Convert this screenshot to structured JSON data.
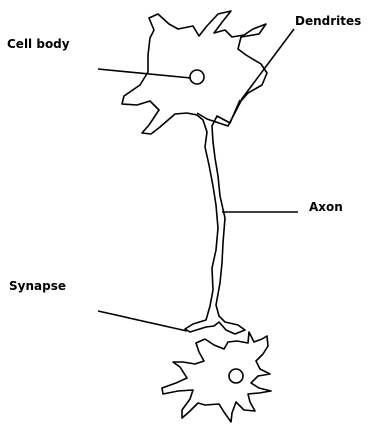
{
  "labels": {
    "cell_body": "Cell body",
    "dendrites": "Dendrites",
    "axon": "Axon",
    "synapse": "Synapse"
  },
  "colors": {
    "stroke": "#000000",
    "background": "#ffffff"
  }
}
